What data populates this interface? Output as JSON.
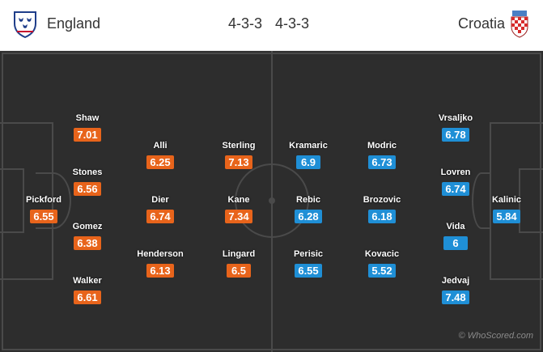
{
  "header": {
    "home_team": "England",
    "home_formation": "4-3-3",
    "away_formation": "4-3-3",
    "away_team": "Croatia"
  },
  "colors": {
    "home_rating": "#e8641b",
    "away_rating": "#1f8fd6",
    "pitch": "#2d2d2d"
  },
  "home_players": [
    {
      "name": "Pickford",
      "rating": "6.55"
    },
    {
      "name": "Shaw",
      "rating": "7.01"
    },
    {
      "name": "Stones",
      "rating": "6.56"
    },
    {
      "name": "Gomez",
      "rating": "6.38"
    },
    {
      "name": "Walker",
      "rating": "6.61"
    },
    {
      "name": "Alli",
      "rating": "6.25"
    },
    {
      "name": "Dier",
      "rating": "6.74"
    },
    {
      "name": "Henderson",
      "rating": "6.13"
    },
    {
      "name": "Sterling",
      "rating": "7.13"
    },
    {
      "name": "Kane",
      "rating": "7.34"
    },
    {
      "name": "Lingard",
      "rating": "6.5"
    }
  ],
  "away_players": [
    {
      "name": "Kramaric",
      "rating": "6.9"
    },
    {
      "name": "Rebic",
      "rating": "6.28"
    },
    {
      "name": "Perisic",
      "rating": "6.55"
    },
    {
      "name": "Modric",
      "rating": "6.73"
    },
    {
      "name": "Brozovic",
      "rating": "6.18"
    },
    {
      "name": "Kovacic",
      "rating": "5.52"
    },
    {
      "name": "Vrsaljko",
      "rating": "6.78"
    },
    {
      "name": "Lovren",
      "rating": "6.74"
    },
    {
      "name": "Vida",
      "rating": "6"
    },
    {
      "name": "Jedvaj",
      "rating": "7.48"
    },
    {
      "name": "Kalinic",
      "rating": "5.84"
    }
  ],
  "watermark": "© WhoScored.com"
}
